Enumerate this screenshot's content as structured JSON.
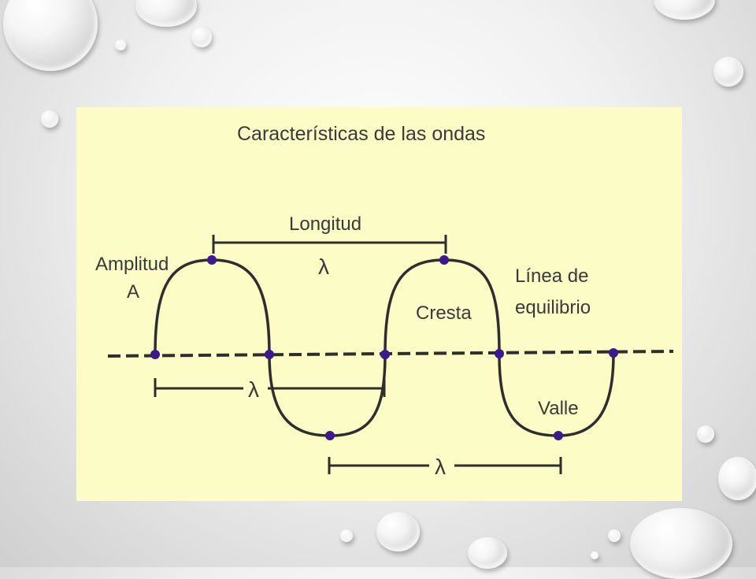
{
  "diagram": {
    "title": "Características de las ondas",
    "labels": {
      "longitud": "Longitud",
      "lambda": "λ",
      "amplitud": "Amplitud",
      "amplitud_symbol": "A",
      "cresta": "Cresta",
      "linea_line1": "Línea de",
      "linea_line2": "equilibrio",
      "valle": "Valle"
    }
  },
  "colors": {
    "background": "#fcfcc6",
    "wave": "#2e2e2e",
    "points": "#3d1a8c",
    "text": "#3a3a3a"
  }
}
